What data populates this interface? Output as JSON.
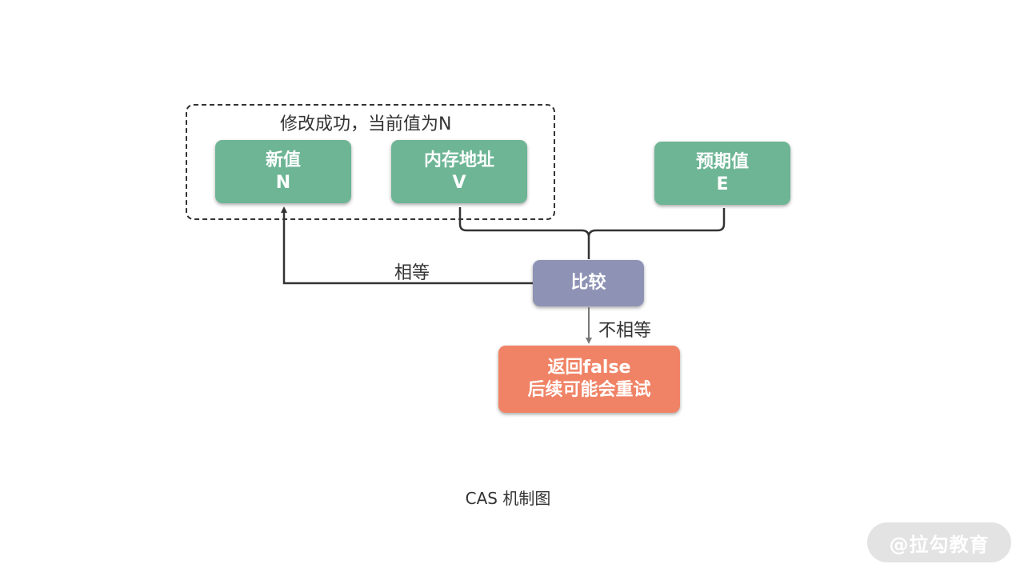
{
  "group": {
    "label": "修改成功，当前值为N"
  },
  "nodes": {
    "new_value": {
      "line1": "新值",
      "line2": "N"
    },
    "memory_address": {
      "line1": "内存地址",
      "line2": "V"
    },
    "expected_value": {
      "line1": "预期值",
      "line2": "E"
    },
    "compare": {
      "label": "比较"
    },
    "return_false": {
      "line1": "返回false",
      "line2": "后续可能会重试"
    }
  },
  "edges": {
    "equal": "相等",
    "not_equal": "不相等"
  },
  "caption": "CAS 机制图",
  "watermark": "@拉勾教育",
  "colors": {
    "green": "#6db595",
    "purple": "#8e93b5",
    "orange": "#f08366",
    "line": "#333333"
  }
}
